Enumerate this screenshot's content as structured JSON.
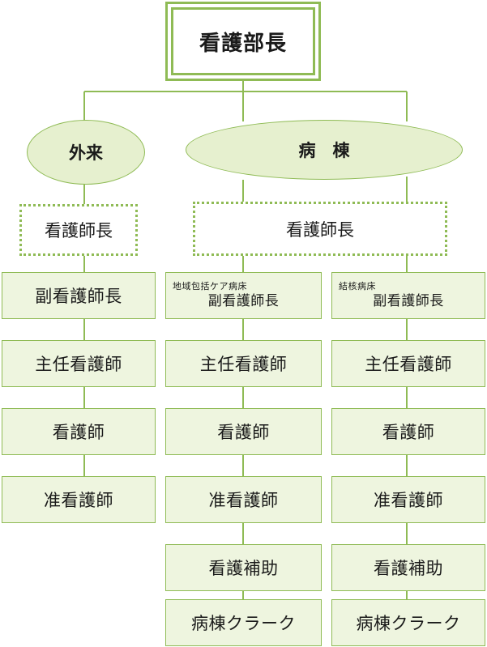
{
  "director": "看護部長",
  "outpatient": {
    "label": "外来",
    "head_nurse": "看護師長",
    "roles": [
      "副看護師長",
      "主任看護師",
      "看護師",
      "准看護師"
    ]
  },
  "ward": {
    "label": "病　棟",
    "head_nurse": "看護師長",
    "community_care": {
      "unit": "地域包括ケア病床",
      "deputy": "副看護師長",
      "roles": [
        "主任看護師",
        "看護師",
        "准看護師",
        "看護補助",
        "病棟クラーク"
      ]
    },
    "tuberculosis": {
      "unit": "結核病床",
      "deputy": "副看護師長",
      "roles": [
        "主任看護師",
        "看護師",
        "准看護師",
        "看護補助",
        "病棟クラーク"
      ]
    }
  },
  "colors": {
    "line": "#8fbb55",
    "fill": "#eef5df",
    "ellipse_fill": "#e6f0cf"
  }
}
